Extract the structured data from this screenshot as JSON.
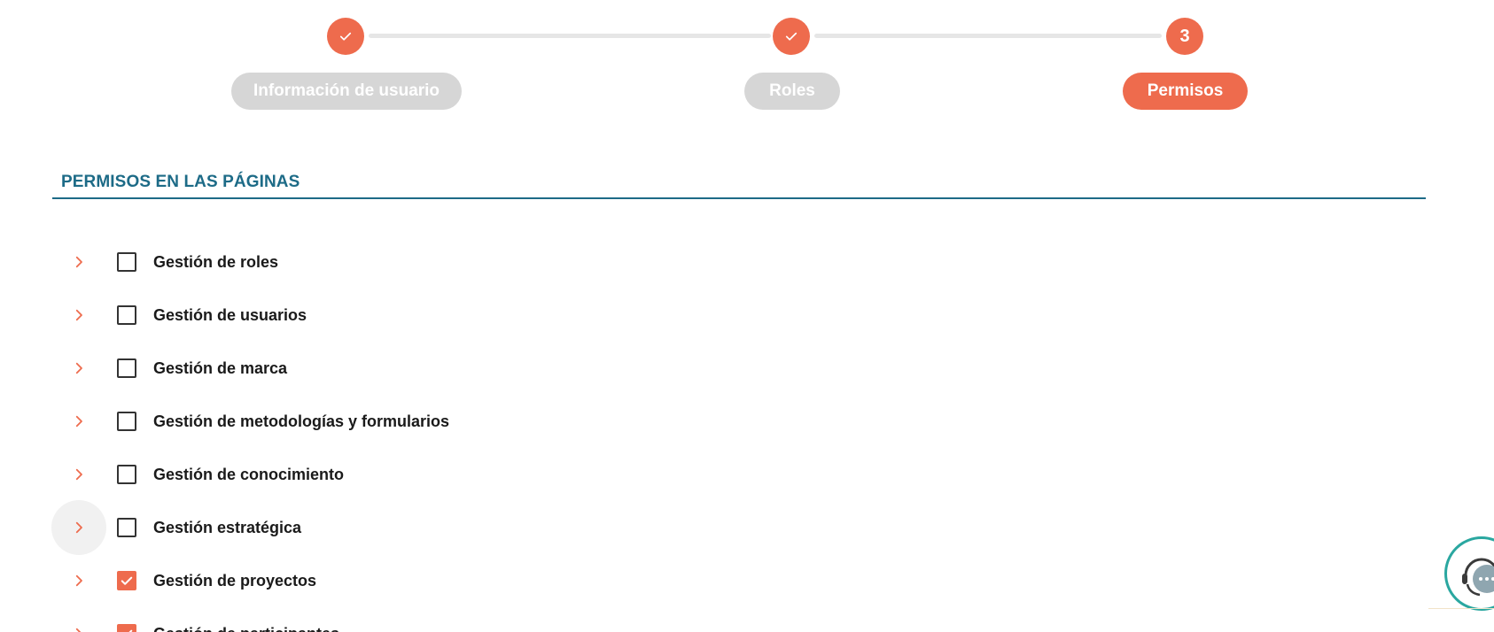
{
  "stepper": {
    "steps": [
      {
        "label": "Información de usuario",
        "state": "completed"
      },
      {
        "label": "Roles",
        "state": "completed"
      },
      {
        "label": "Permisos",
        "state": "active",
        "number": "3"
      }
    ]
  },
  "section": {
    "title": "PERMISOS EN LAS PÁGINAS"
  },
  "permissions": [
    {
      "label": "Gestión de roles",
      "checked": false
    },
    {
      "label": "Gestión de usuarios",
      "checked": false
    },
    {
      "label": "Gestión de marca",
      "checked": false
    },
    {
      "label": "Gestión de metodologías y formularios",
      "checked": false
    },
    {
      "label": "Gestión de conocimiento",
      "checked": false
    },
    {
      "label": "Gestión estratégica",
      "checked": false
    },
    {
      "label": "Gestión de proyectos",
      "checked": true
    },
    {
      "label": "Gestión de participantes",
      "checked": true
    }
  ],
  "colors": {
    "accent": "#ee6b4d",
    "heading": "#1d6b87",
    "inactive": "#d6d6d6",
    "chat_ring": "#2aa7a0"
  },
  "icons": {
    "step_done": "check-icon",
    "expand": "chevron-right-icon",
    "checkbox_checked": "check-icon",
    "chat": "chat-support-icon"
  }
}
